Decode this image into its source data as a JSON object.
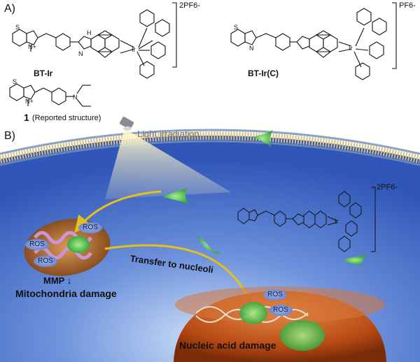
{
  "panel_a": {
    "label": "A)",
    "compounds": [
      {
        "name": "BT-Ir",
        "counterion": "2PF6-"
      },
      {
        "name": "BT-Ir(C)",
        "counterion": "PF6-"
      },
      {
        "name": "1",
        "note": "(Reported structure)"
      }
    ]
  },
  "panel_b": {
    "label": "B)",
    "light": "Light irradiation",
    "transfer": "Transfer to nucleoli",
    "mmp": "MMP",
    "mito_damage": "Mitochondria damage",
    "nucleic_damage": "Nucleic acid damage",
    "ros": "ROS",
    "counterion": "2PF6-"
  },
  "colors": {
    "cytoplasm": "#3a62c4",
    "membrane": "#d9c07a",
    "mitochondria": "#b06a2c",
    "nucleus": "#c2541a",
    "probe": "#56c55a",
    "arrow": "#e2c21a"
  }
}
